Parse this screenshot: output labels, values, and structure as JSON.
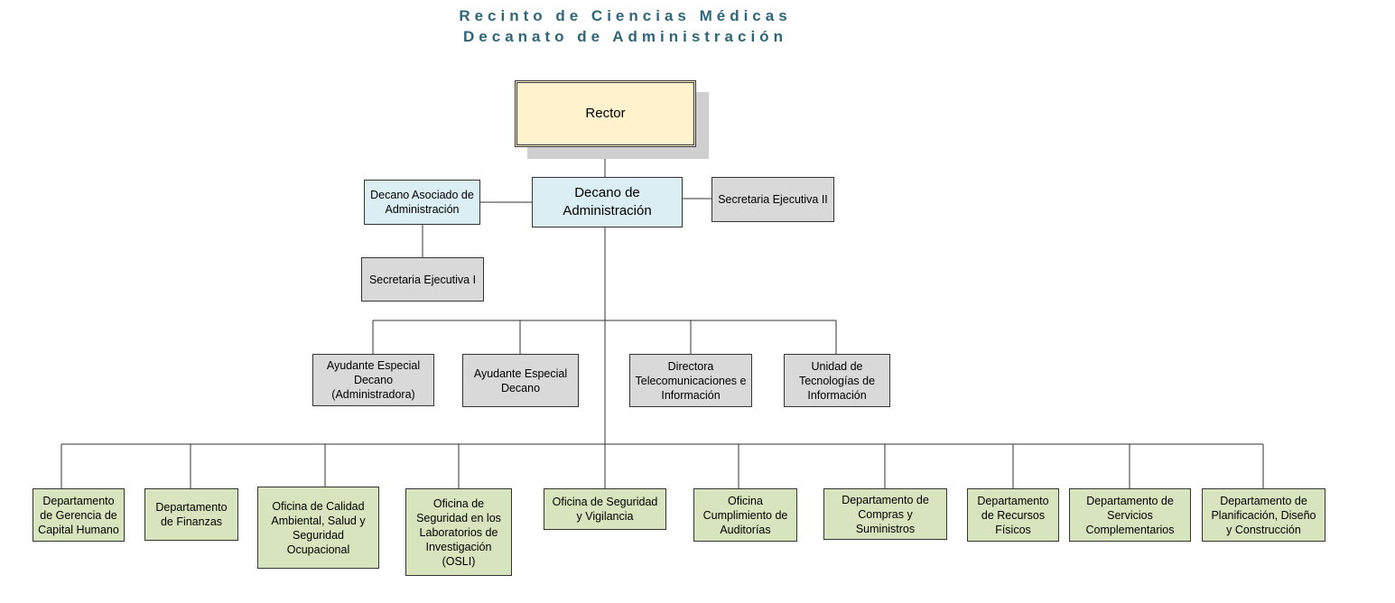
{
  "header": {
    "line1": "Recinto de Ciencias Médicas",
    "line2": "Decanato de Administración"
  },
  "colors": {
    "title": "#2e6677",
    "rector_fill": "#fff2cc",
    "dean_fill": "#dbeef4",
    "staff_fill": "#d9d9d9",
    "department_fill": "#d7e4bd",
    "connector": "#333333"
  },
  "org": {
    "rector": "Rector",
    "dean": "Decano de\nAdministración",
    "associate_dean": "Decano Asociado de\nAdministración",
    "exec_secretary_2": "Secretaria Ejecutiva II",
    "exec_secretary_1": "Secretaria Ejecutiva I",
    "staff": [
      "Ayudante Especial\nDecano\n(Administradora)",
      "Ayudante Especial\nDecano",
      "Directora\nTelecomunicaciones e\nInformación",
      "Unidad de\nTecnologías de\nInformación"
    ],
    "departments": [
      "Departamento\nde Gerencia de\nCapital Humano",
      "Departamento\nde Finanzas",
      "Oficina de Calidad\nAmbiental, Salud y\nSeguridad\nOcupacional",
      "Oficina de\nSeguridad en los\nLaboratorios de\nInvestigación\n(OSLI)",
      "Oficina de Seguridad\ny Vigilancia",
      "Oficina\nCumplimiento de\nAuditorías",
      "Departamento de\nCompras y\nSuministros",
      "Departamento\nde Recursos\nFísicos",
      "Departamento de\nServicios\nComplementarios",
      "Departamento de\nPlanificación, Diseño\ny Construcción"
    ]
  }
}
